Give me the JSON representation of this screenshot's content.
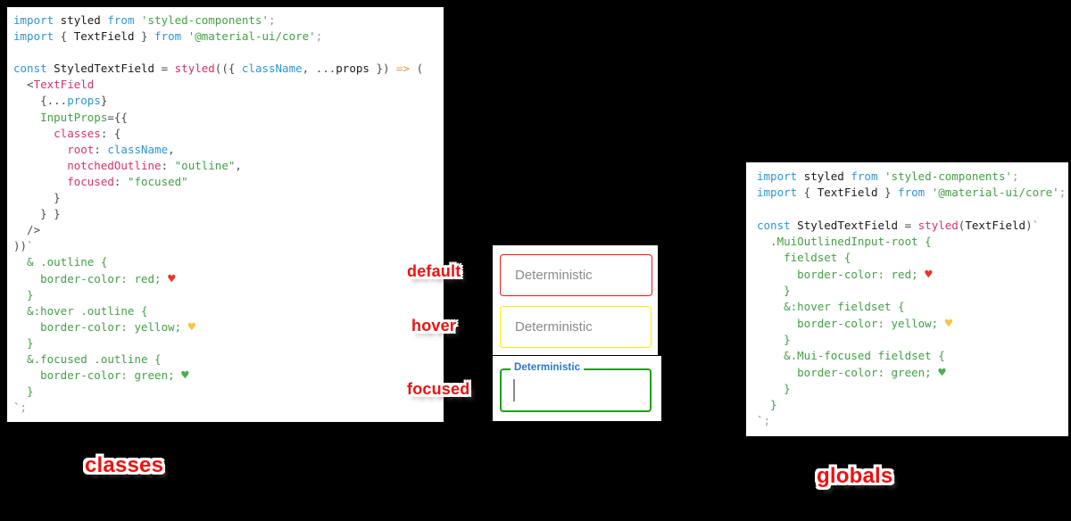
{
  "page_bg": "#000000",
  "palette": {
    "kw": "#2e95d3",
    "id": "#1a1a1a",
    "pun": "#4a4a4a",
    "str": "#43a047",
    "attr": "#43a047",
    "prop": "#d6336c",
    "tag": "#d6336c",
    "var": "#2e95d3",
    "arrow": "#e8913f",
    "semi": "#999999",
    "hr": "#e8362c",
    "hy": "#f5c542",
    "hg": "#4caf50"
  },
  "labels": {
    "default": "default",
    "hover": "hover",
    "focused": "focused",
    "classes": "classes",
    "globals": "globals"
  },
  "textfields": {
    "default": {
      "placeholder": "Deterministic",
      "border_color": "#ff1212"
    },
    "hover": {
      "placeholder": "Deterministic",
      "border_color": "#ffec00"
    },
    "focused": {
      "label": "Deterministic",
      "border_color": "#1da01d",
      "label_color": "#2a76d2",
      "cursor_color": "#8a8a8a"
    }
  },
  "code_panels": {
    "classes": {
      "lines": [
        [
          [
            "kw",
            "import"
          ],
          [
            "id",
            " styled "
          ],
          [
            "kw",
            "from"
          ],
          [
            "id",
            " "
          ],
          [
            "str",
            "'styled-components'"
          ],
          [
            "semi",
            ";"
          ]
        ],
        [
          [
            "kw",
            "import"
          ],
          [
            "pun",
            " { "
          ],
          [
            "id",
            "TextField"
          ],
          [
            "pun",
            " } "
          ],
          [
            "kw",
            "from"
          ],
          [
            "id",
            " "
          ],
          [
            "str",
            "'@material-ui/core'"
          ],
          [
            "semi",
            ";"
          ]
        ],
        [],
        [
          [
            "kw",
            "const"
          ],
          [
            "id",
            " StyledTextField "
          ],
          [
            "pun",
            "= "
          ],
          [
            "prop",
            "styled"
          ],
          [
            "pun",
            "(({ "
          ],
          [
            "var",
            "className"
          ],
          [
            "pun",
            ", ..."
          ],
          [
            "id",
            "props"
          ],
          [
            "pun",
            " }) "
          ],
          [
            "arrow",
            "=>"
          ],
          [
            "pun",
            " ("
          ]
        ],
        [
          [
            "pun",
            "  <"
          ],
          [
            "tag",
            "TextField"
          ]
        ],
        [
          [
            "pun",
            "    {..."
          ],
          [
            "var",
            "props"
          ],
          [
            "pun",
            "}"
          ]
        ],
        [
          [
            "attr",
            "    InputProps"
          ],
          [
            "pun",
            "={{"
          ]
        ],
        [
          [
            "prop",
            "      classes"
          ],
          [
            "pun",
            ": {"
          ]
        ],
        [
          [
            "prop",
            "        root"
          ],
          [
            "pun",
            ": "
          ],
          [
            "var",
            "className"
          ],
          [
            "pun",
            ","
          ]
        ],
        [
          [
            "prop",
            "        notchedOutline"
          ],
          [
            "pun",
            ": "
          ],
          [
            "str",
            "\"outline\""
          ],
          [
            "pun",
            ","
          ]
        ],
        [
          [
            "prop",
            "        focused"
          ],
          [
            "pun",
            ": "
          ],
          [
            "str",
            "\"focused\""
          ]
        ],
        [
          [
            "pun",
            "      }"
          ]
        ],
        [
          [
            "pun",
            "    } }"
          ]
        ],
        [
          [
            "pun",
            "  />"
          ]
        ],
        [
          [
            "pun",
            "))"
          ],
          [
            "str",
            "`"
          ]
        ],
        [
          [
            "str",
            "  & .outline {"
          ]
        ],
        [
          [
            "str",
            "    border-color: red; "
          ],
          [
            "hr",
            "♥"
          ]
        ],
        [
          [
            "str",
            "  }"
          ]
        ],
        [
          [
            "str",
            "  &:hover .outline {"
          ]
        ],
        [
          [
            "str",
            "    border-color: yellow; "
          ],
          [
            "hy",
            "♥"
          ]
        ],
        [
          [
            "str",
            "  }"
          ]
        ],
        [
          [
            "str",
            "  &.focused .outline {"
          ]
        ],
        [
          [
            "str",
            "    border-color: green; "
          ],
          [
            "hg",
            "♥"
          ]
        ],
        [
          [
            "str",
            "  }"
          ]
        ],
        [
          [
            "str",
            "`"
          ],
          [
            "semi",
            ";"
          ]
        ]
      ]
    },
    "globals": {
      "lines": [
        [
          [
            "kw",
            "import"
          ],
          [
            "id",
            " styled "
          ],
          [
            "kw",
            "from"
          ],
          [
            "id",
            " "
          ],
          [
            "str",
            "'styled-components'"
          ],
          [
            "semi",
            ";"
          ]
        ],
        [
          [
            "kw",
            "import"
          ],
          [
            "pun",
            " { "
          ],
          [
            "id",
            "TextField"
          ],
          [
            "pun",
            " } "
          ],
          [
            "kw",
            "from"
          ],
          [
            "id",
            " "
          ],
          [
            "str",
            "'@material-ui/core'"
          ],
          [
            "semi",
            ";"
          ]
        ],
        [],
        [
          [
            "kw",
            "const"
          ],
          [
            "id",
            " StyledTextField "
          ],
          [
            "pun",
            "= "
          ],
          [
            "prop",
            "styled"
          ],
          [
            "pun",
            "("
          ],
          [
            "id",
            "TextField"
          ],
          [
            "pun",
            ")"
          ],
          [
            "str",
            "`"
          ]
        ],
        [
          [
            "str",
            "  .MuiOutlinedInput-root {"
          ]
        ],
        [
          [
            "str",
            "    fieldset {"
          ]
        ],
        [
          [
            "str",
            "      border-color: red; "
          ],
          [
            "hr",
            "♥"
          ]
        ],
        [
          [
            "str",
            "    }"
          ]
        ],
        [
          [
            "str",
            "    &:hover fieldset {"
          ]
        ],
        [
          [
            "str",
            "      border-color: yellow; "
          ],
          [
            "hy",
            "♥"
          ]
        ],
        [
          [
            "str",
            "    }"
          ]
        ],
        [
          [
            "str",
            "    &.Mui-focused fieldset {"
          ]
        ],
        [
          [
            "str",
            "      border-color: green; "
          ],
          [
            "hg",
            "♥"
          ]
        ],
        [
          [
            "str",
            "    }"
          ]
        ],
        [
          [
            "str",
            "  }"
          ]
        ],
        [
          [
            "str",
            "`"
          ],
          [
            "semi",
            ";"
          ]
        ]
      ]
    }
  }
}
